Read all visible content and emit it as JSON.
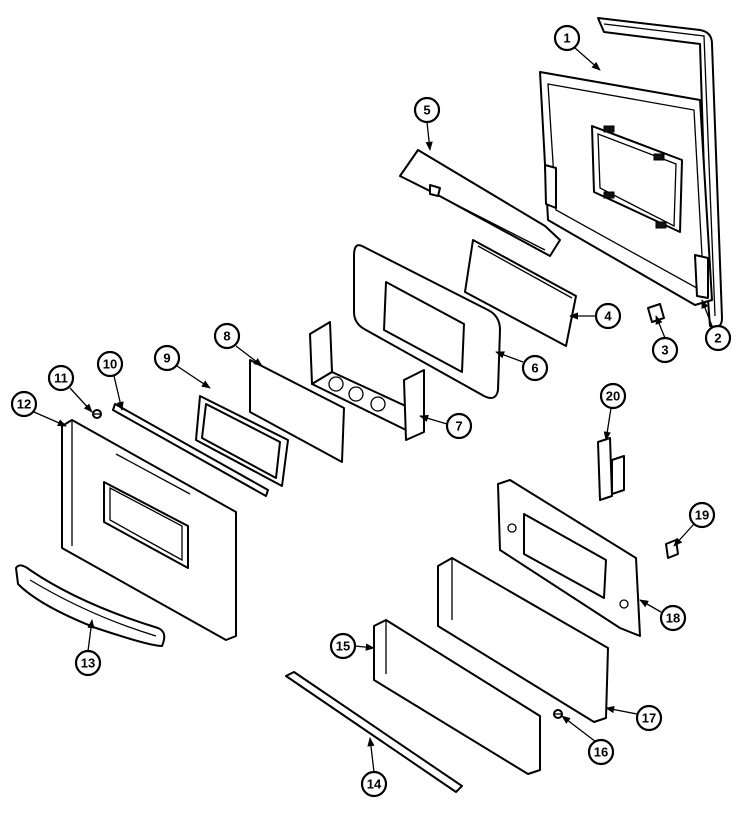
{
  "callouts": [
    {
      "id": "part-1",
      "label": "1"
    },
    {
      "id": "part-2",
      "label": "2"
    },
    {
      "id": "part-3",
      "label": "3"
    },
    {
      "id": "part-4",
      "label": "4"
    },
    {
      "id": "part-5",
      "label": "5"
    },
    {
      "id": "part-6",
      "label": "6"
    },
    {
      "id": "part-7",
      "label": "7"
    },
    {
      "id": "part-8",
      "label": "8"
    },
    {
      "id": "part-9",
      "label": "9"
    },
    {
      "id": "part-10",
      "label": "10"
    },
    {
      "id": "part-11",
      "label": "11"
    },
    {
      "id": "part-12",
      "label": "12"
    },
    {
      "id": "part-13",
      "label": "13"
    },
    {
      "id": "part-14",
      "label": "14"
    },
    {
      "id": "part-15",
      "label": "15"
    },
    {
      "id": "part-16",
      "label": "16"
    },
    {
      "id": "part-17",
      "label": "17"
    },
    {
      "id": "part-18",
      "label": "18"
    },
    {
      "id": "part-19",
      "label": "19"
    },
    {
      "id": "part-20",
      "label": "20"
    }
  ]
}
